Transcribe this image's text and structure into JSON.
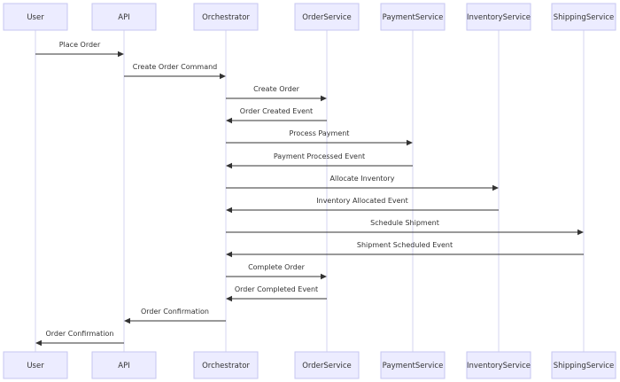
{
  "diagram": {
    "type": "sequence",
    "participants": [
      {
        "id": "user",
        "label": "User"
      },
      {
        "id": "api",
        "label": "API"
      },
      {
        "id": "orchestrator",
        "label": "Orchestrator"
      },
      {
        "id": "order_service",
        "label": "OrderService"
      },
      {
        "id": "payment_service",
        "label": "PaymentService"
      },
      {
        "id": "inventory_service",
        "label": "InventoryService"
      },
      {
        "id": "shipping_service",
        "label": "ShippingService"
      }
    ],
    "messages": [
      {
        "from": "user",
        "to": "api",
        "label": "Place Order"
      },
      {
        "from": "api",
        "to": "orchestrator",
        "label": "Create Order Command"
      },
      {
        "from": "orchestrator",
        "to": "order_service",
        "label": "Create Order"
      },
      {
        "from": "order_service",
        "to": "orchestrator",
        "label": "Order Created Event"
      },
      {
        "from": "orchestrator",
        "to": "payment_service",
        "label": "Process Payment"
      },
      {
        "from": "payment_service",
        "to": "orchestrator",
        "label": "Payment Processed Event"
      },
      {
        "from": "orchestrator",
        "to": "inventory_service",
        "label": "Allocate Inventory"
      },
      {
        "from": "inventory_service",
        "to": "orchestrator",
        "label": "Inventory Allocated Event"
      },
      {
        "from": "orchestrator",
        "to": "shipping_service",
        "label": "Schedule Shipment"
      },
      {
        "from": "shipping_service",
        "to": "orchestrator",
        "label": "Shipment Scheduled Event"
      },
      {
        "from": "orchestrator",
        "to": "order_service",
        "label": "Complete Order"
      },
      {
        "from": "order_service",
        "to": "orchestrator",
        "label": "Order Completed Event"
      },
      {
        "from": "orchestrator",
        "to": "api",
        "label": "Order Confirmation"
      },
      {
        "from": "api",
        "to": "user",
        "label": "Order Confirmation"
      }
    ],
    "colors": {
      "actor_fill": "#ececff",
      "actor_stroke": "#c6c6f0",
      "lifeline": "#d4d4f2",
      "line": "#333333",
      "text": "#333333"
    }
  }
}
